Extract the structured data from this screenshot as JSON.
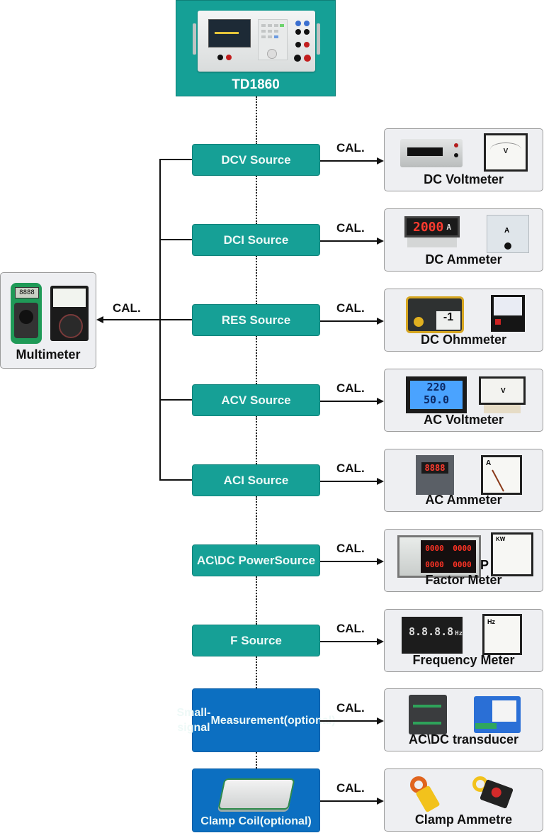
{
  "top_device": {
    "name": "TD1860",
    "icon": "calibrator-device-icon"
  },
  "cal_label": "CAL.",
  "multimeter": {
    "label": "Multimeter",
    "cal_label": "CAL.",
    "icons": [
      "digital-multimeter-icon",
      "analog-multimeter-icon"
    ]
  },
  "sources": [
    {
      "label": "DCV Source",
      "style": "teal",
      "target": {
        "label": "DC Voltmeter",
        "icons": [
          "benchtop-voltmeter-icon",
          "analog-voltmeter-icon"
        ]
      }
    },
    {
      "label": "DCI Source",
      "style": "teal",
      "target": {
        "label": "DC Ammeter",
        "icons": [
          "panel-ammeter-icon",
          "analog-ammeter-icon"
        ]
      }
    },
    {
      "label": "RES Source",
      "style": "teal",
      "target": {
        "label": "DC Ohmmeter",
        "icons": [
          "insulation-tester-icon",
          "analog-ohmmeter-icon"
        ]
      }
    },
    {
      "label": "ACV Source",
      "style": "teal",
      "target": {
        "label": "AC Voltmeter",
        "icons": [
          "lcd-voltmeter-icon",
          "analog-voltmeter-icon"
        ],
        "readings": [
          "220",
          "50.0"
        ]
      }
    },
    {
      "label": "ACI Source",
      "style": "teal",
      "target": {
        "label": "AC Ammeter",
        "icons": [
          "digital-panel-ammeter-icon",
          "analog-ammeter-icon"
        ]
      }
    },
    {
      "label": "AC\\DC Power Source",
      "label_lines": [
        "AC\\DC Power",
        "Source"
      ],
      "style": "teal",
      "target": {
        "label": "Factor Meter",
        "prefix": "P",
        "icons": [
          "power-analyzer-icon",
          "power-factor-dial-icon"
        ],
        "readings": [
          "0000",
          "0000",
          "0000",
          "0000"
        ]
      }
    },
    {
      "label": "F Source",
      "style": "teal",
      "target": {
        "label": "Frequency Meter",
        "icons": [
          "digital-frequency-meter-icon",
          "analog-frequency-meter-icon"
        ],
        "readings": [
          "8.8.8.8",
          "Hz"
        ]
      }
    },
    {
      "label": "Small-signal Measurement (optional)",
      "label_lines": [
        "Small-signal",
        "Measurement",
        "(optional)"
      ],
      "style": "blue",
      "target": {
        "label": "AC\\DC transducer",
        "icons": [
          "transducer-module-icon",
          "din-rail-transducer-icon"
        ]
      }
    },
    {
      "label": "Clamp Coil(optional)",
      "style": "blue",
      "icon": "clamp-coil-icon",
      "target": {
        "label": "Clamp Ammetre",
        "icons": [
          "digital-clamp-meter-icon",
          "analog-clamp-meter-icon"
        ]
      }
    }
  ],
  "dc_reading": "2000",
  "dc_unit": "A",
  "colors": {
    "teal": "#16a096",
    "blue": "#0c6fc1",
    "panel_bg": "#eeeff2",
    "line": "#111111"
  }
}
